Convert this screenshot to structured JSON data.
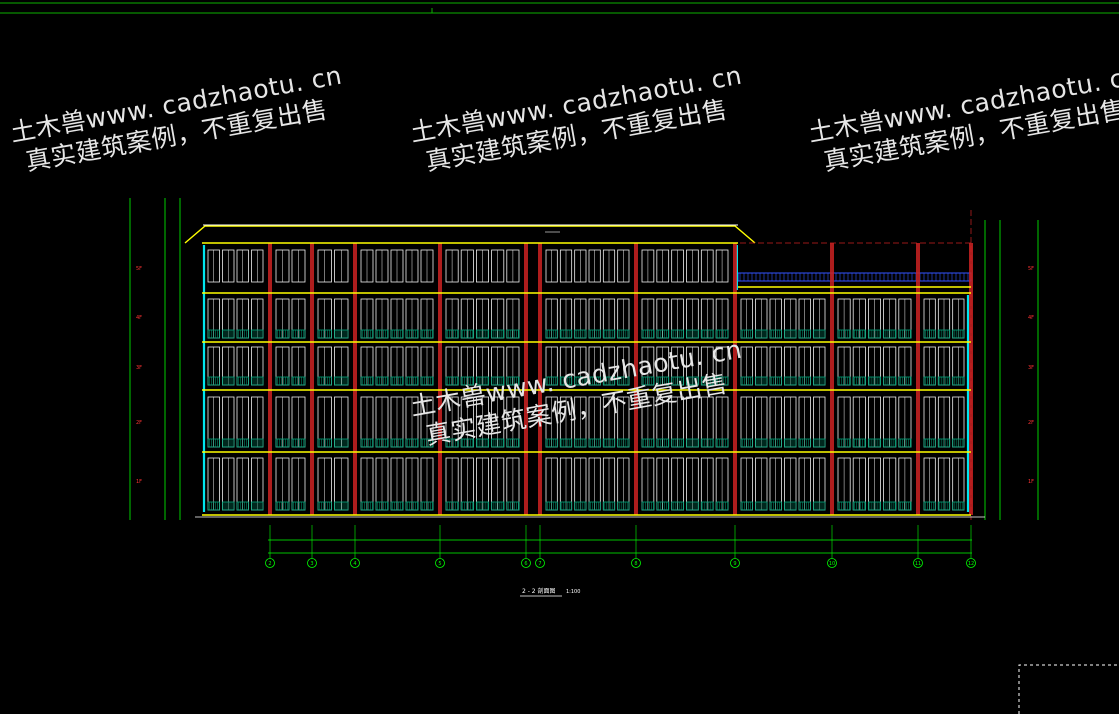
{
  "watermark": {
    "line1": "土木兽www. cadzhaotu. cn",
    "line2": "真实建筑案例，不重复出售"
  },
  "drawing": {
    "title": "2 - 2  剖面图",
    "scale": "1:100",
    "grid_axes": [
      "2",
      "3",
      "4",
      "5",
      "6",
      "7",
      "8",
      "9",
      "10",
      "11",
      "12"
    ],
    "floor_labels": [
      "5F",
      "4F",
      "3F",
      "2F",
      "1F"
    ],
    "colors": {
      "background": "#000000",
      "slab": "#ffff00",
      "column": "#cc2222",
      "wall": "#00e5ee",
      "window": "#f0f0f0",
      "railing": "#00a37a",
      "roof_deck": "#3355ff",
      "dimension": "#00ff00",
      "outline": "#ffffff"
    }
  }
}
